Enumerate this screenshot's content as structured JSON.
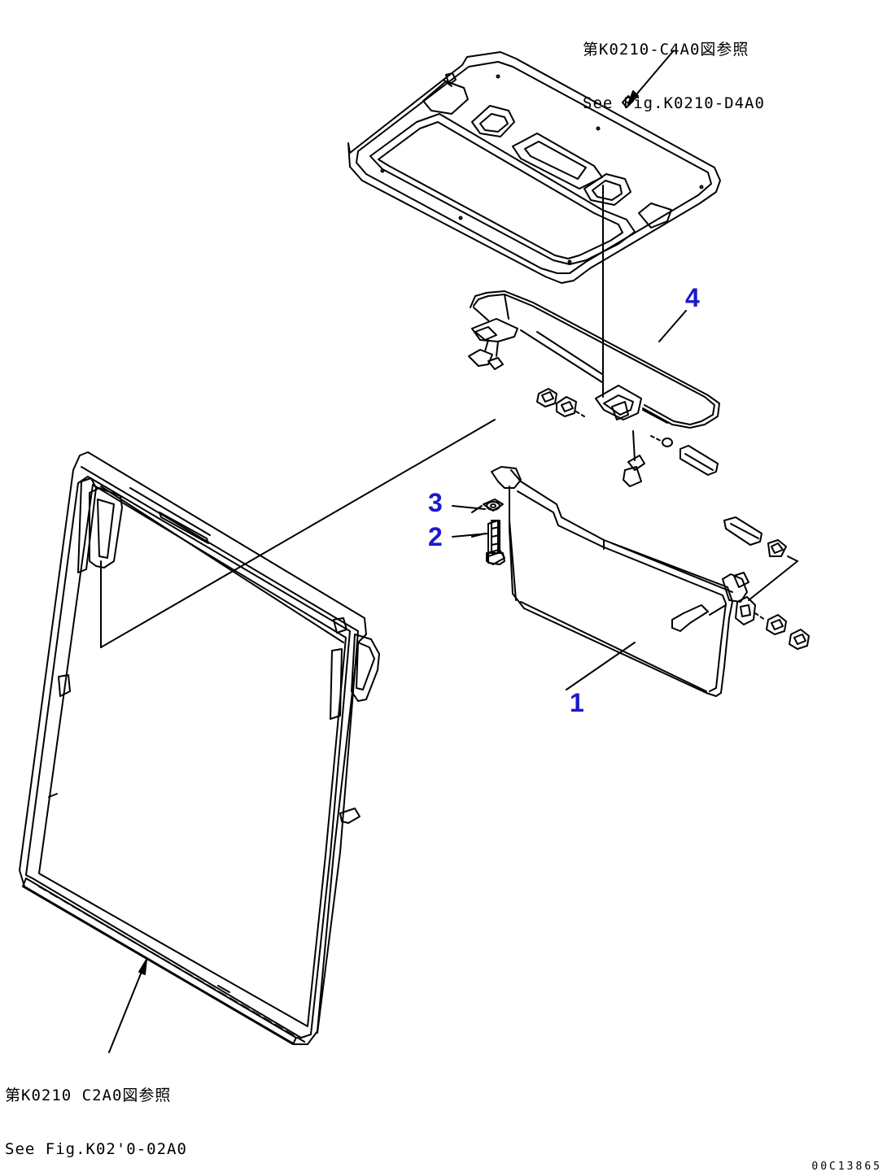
{
  "references": {
    "top": {
      "line1": "第K0210-C4A0図参照",
      "line2": "See Fig.K0210-D4A0"
    },
    "bottom": {
      "line1": "第K0210 C2A0図参照",
      "line2": "See Fig.K02'0-02A0"
    }
  },
  "callouts": {
    "item1": "1",
    "item2": "2",
    "item3": "3",
    "item4": "4"
  },
  "drawing_id": "00C13865",
  "colors": {
    "line": "#000000",
    "callout": "#1a1acc",
    "background": "#ffffff"
  }
}
